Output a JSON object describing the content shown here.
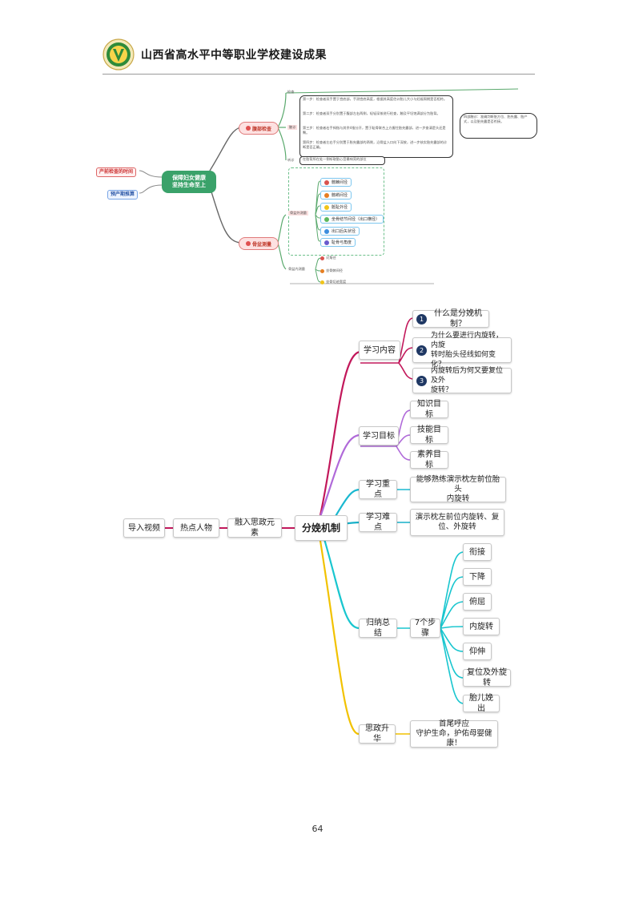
{
  "header": {
    "title": "山西省高水平中等职业学校建设成果"
  },
  "top_map": {
    "center": "保障妇女健康 坚持生命至上",
    "center_lines": [
      "保障妇女健康",
      "坚持生命至上"
    ],
    "left_nodes": [
      "产前检查的时间",
      "预产期推算"
    ],
    "branch1": {
      "label": "腹部检查",
      "sub1": "检查",
      "sub2": "触诊",
      "sub3": "听诊",
      "steps": [
        "第一步：检查者双手置于宫底部，手测宫底高度，根据其高度估计胎儿大小与妊娠周期是否相符。",
        "第二步：检查者双手分别置于腹部左右两侧，轻轻深按进行检查，触及平坦饱满部分为胎背。",
        "第三步：检查者右手拇指与其余4指分开，置于耻骨联合上方握住胎先露部，进一步查清是头还是臀。",
        "第四步：检查者左右手分别置于胎先露部的两侧，沿骨盆入口向下深按，进一步核实胎先露部的诊断是否正确。"
      ],
      "note": "四部触诊：准确判断胎方位、胎先露、胎产式，以及胎先露是否衔接。",
      "listen": "在胎背所在处一侧听取胎心音最响亮的部位"
    },
    "branch2": {
      "label": "骨盆测量",
      "sub1": "骨盆外测量",
      "leaves": [
        "髂棘间径",
        "髂嵴间径",
        "骶耻外径",
        "坐骨结节间径（出口横径）",
        "出口后矢状径",
        "耻骨弓角度"
      ],
      "sub2": "骨盆内测量",
      "inner_leaves": [
        "对角径",
        "坐骨棘间径",
        "坐骨切迹宽度"
      ]
    }
  },
  "mindmap": {
    "center": "分娩机制",
    "left_chain": [
      "融入思政元素",
      "热点人物",
      "导入视频"
    ],
    "branches": [
      {
        "label": "学习内容",
        "items": [
          "什么是分娩机制？",
          "为什么要进行内旋转，内旋转时胎头径线如何变化？",
          "内旋转后为何又要复位及外旋转？"
        ],
        "numbers": [
          "1",
          "2",
          "3"
        ]
      },
      {
        "label": "学习目标",
        "items": [
          "知识目标",
          "技能目标",
          "素养目标"
        ]
      },
      {
        "label": "学习重点",
        "items": [
          "能够熟练演示枕左前位胎头内旋转"
        ]
      },
      {
        "label": "学习难点",
        "items": [
          "演示枕左前位内旋转、复位、外旋转"
        ]
      },
      {
        "label": "归纳总结",
        "sub": "7个步骤",
        "items": [
          "衔接",
          "下降",
          "俯屈",
          "内旋转",
          "仰伸",
          "复位及外旋转",
          "胎儿娩出"
        ]
      },
      {
        "label": "思政升华",
        "items": [
          "首尾呼应 守护生命，护佑母婴健康！"
        ]
      }
    ],
    "lines": {
      "b1_i2": [
        "为什么要进行内旋转，内旋",
        "转时胎头径线如何变化？"
      ],
      "b1_i3": [
        "内旋转后为何又要复位及外",
        "旋转？"
      ],
      "b3_i1": [
        "能够熟练演示枕左前位胎头",
        "内旋转"
      ],
      "b4_i1": [
        "演示枕左前位内旋转、复",
        "位、外旋转"
      ],
      "b6_i1": [
        "首尾呼应",
        "守护生命，护佑母婴健康！"
      ]
    },
    "colors": {
      "content": "#c2185b",
      "goal": "#b06ad9",
      "key": "#1ab8d0",
      "hard": "#17b0c8",
      "summary": "#19c6cf",
      "sizheng": "#f2c200",
      "left": "#c2185b"
    }
  },
  "page_number": "64"
}
